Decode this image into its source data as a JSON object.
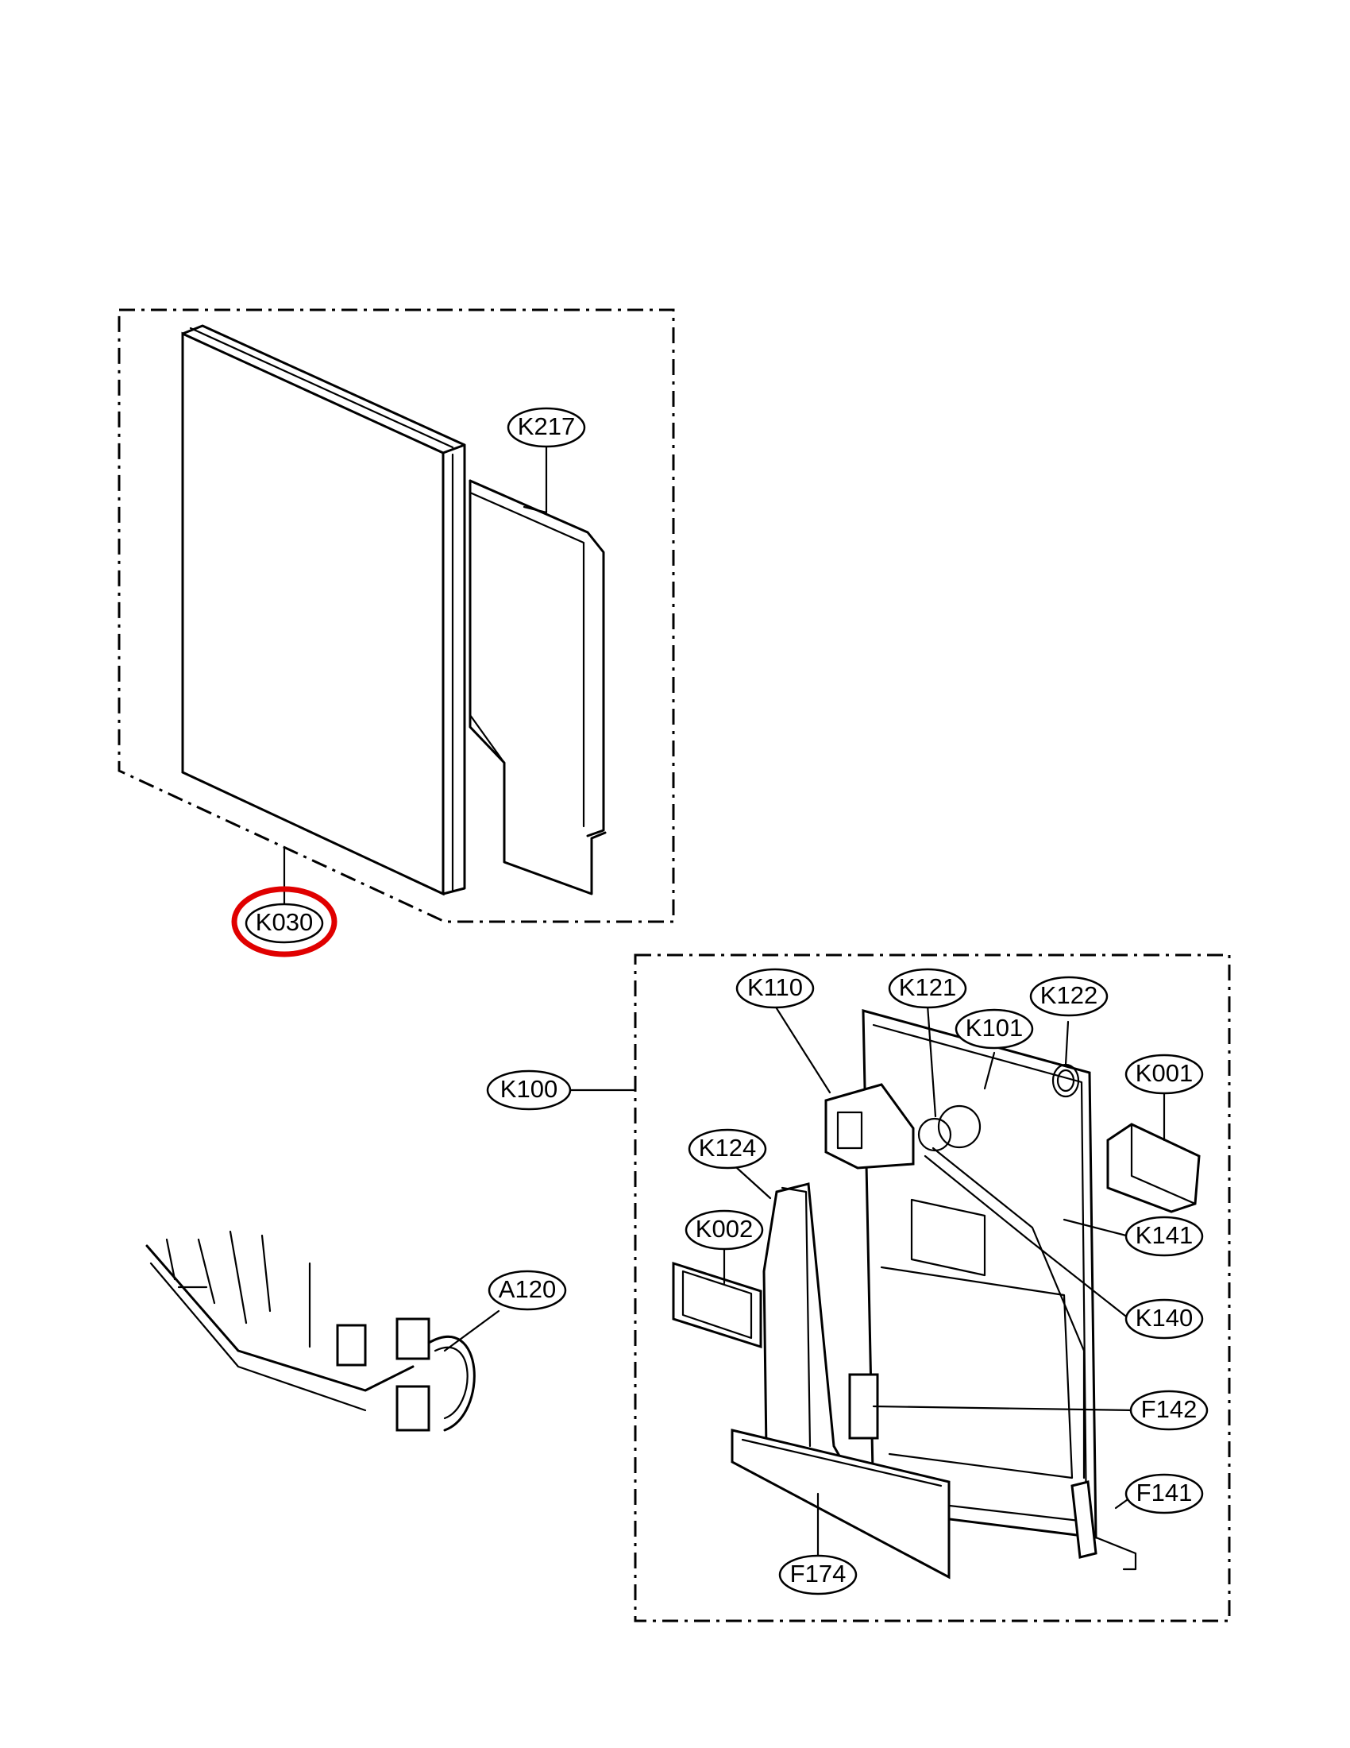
{
  "diagram": {
    "highlight_color": "#e00000",
    "highlighted_callout": "K030",
    "callouts": [
      "K217",
      "K030",
      "K100",
      "K110",
      "K121",
      "K122",
      "K101",
      "K001",
      "K124",
      "K002",
      "K141",
      "K140",
      "F142",
      "F141",
      "F174",
      "A120"
    ]
  }
}
